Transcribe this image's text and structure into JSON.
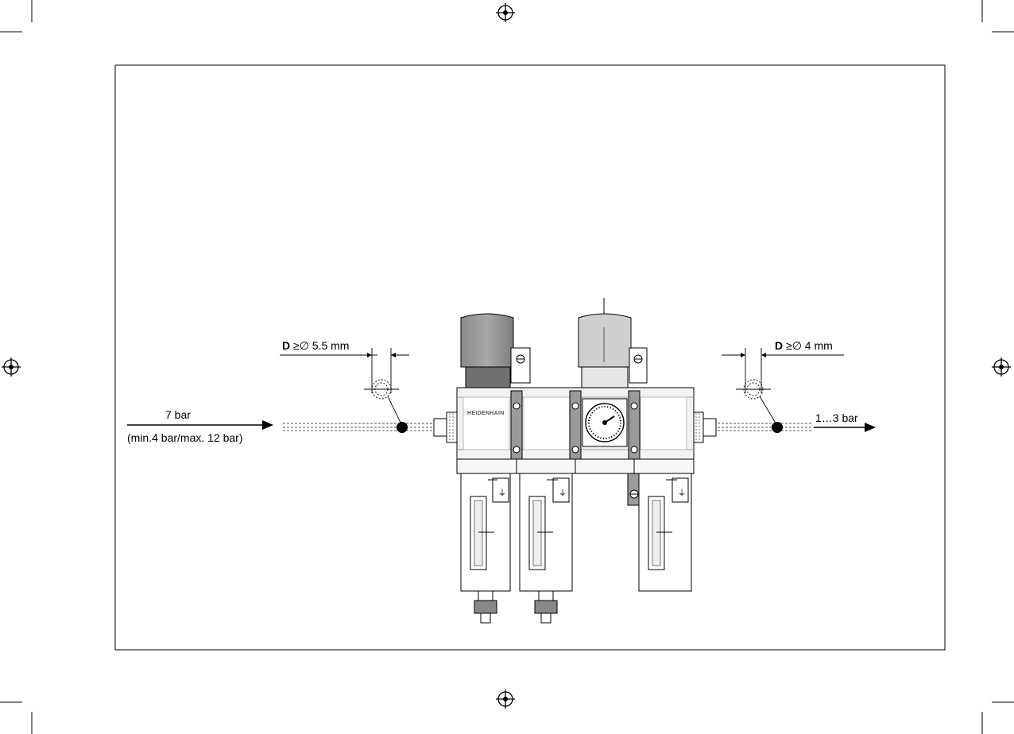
{
  "inlet": {
    "dimension_letter": "D",
    "dimension_value": " ≥∅ 5.5 mm",
    "pressure": "7 bar",
    "pressure_range": "(min.4 bar/max. 12 bar)"
  },
  "outlet": {
    "dimension_letter": "D",
    "dimension_value": " ≥∅ 4 mm",
    "pressure": "1…3 bar"
  },
  "unit": {
    "brand": "HEIDENHAIN"
  }
}
